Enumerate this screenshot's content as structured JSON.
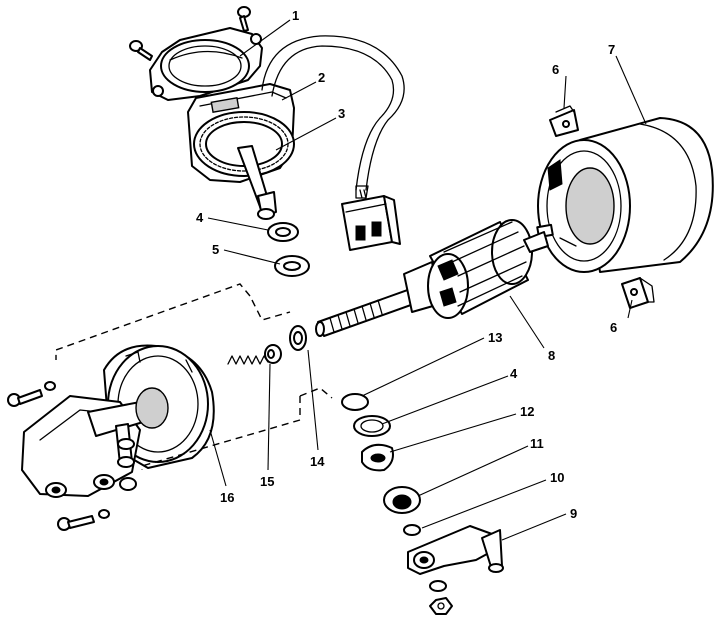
{
  "callouts": [
    {
      "id": "c1",
      "text": "1"
    },
    {
      "id": "c2",
      "text": "2"
    },
    {
      "id": "c3",
      "text": "3"
    },
    {
      "id": "c4a",
      "text": "4"
    },
    {
      "id": "c5",
      "text": "5"
    },
    {
      "id": "c6a",
      "text": "6"
    },
    {
      "id": "c7",
      "text": "7"
    },
    {
      "id": "c6b",
      "text": "6"
    },
    {
      "id": "c8",
      "text": "8"
    },
    {
      "id": "c13",
      "text": "13"
    },
    {
      "id": "c4b",
      "text": "4"
    },
    {
      "id": "c12",
      "text": "12"
    },
    {
      "id": "c11",
      "text": "11"
    },
    {
      "id": "c10",
      "text": "10"
    },
    {
      "id": "c9",
      "text": "9"
    },
    {
      "id": "c14",
      "text": "14"
    },
    {
      "id": "c15",
      "text": "15"
    },
    {
      "id": "c16",
      "text": "16"
    }
  ]
}
